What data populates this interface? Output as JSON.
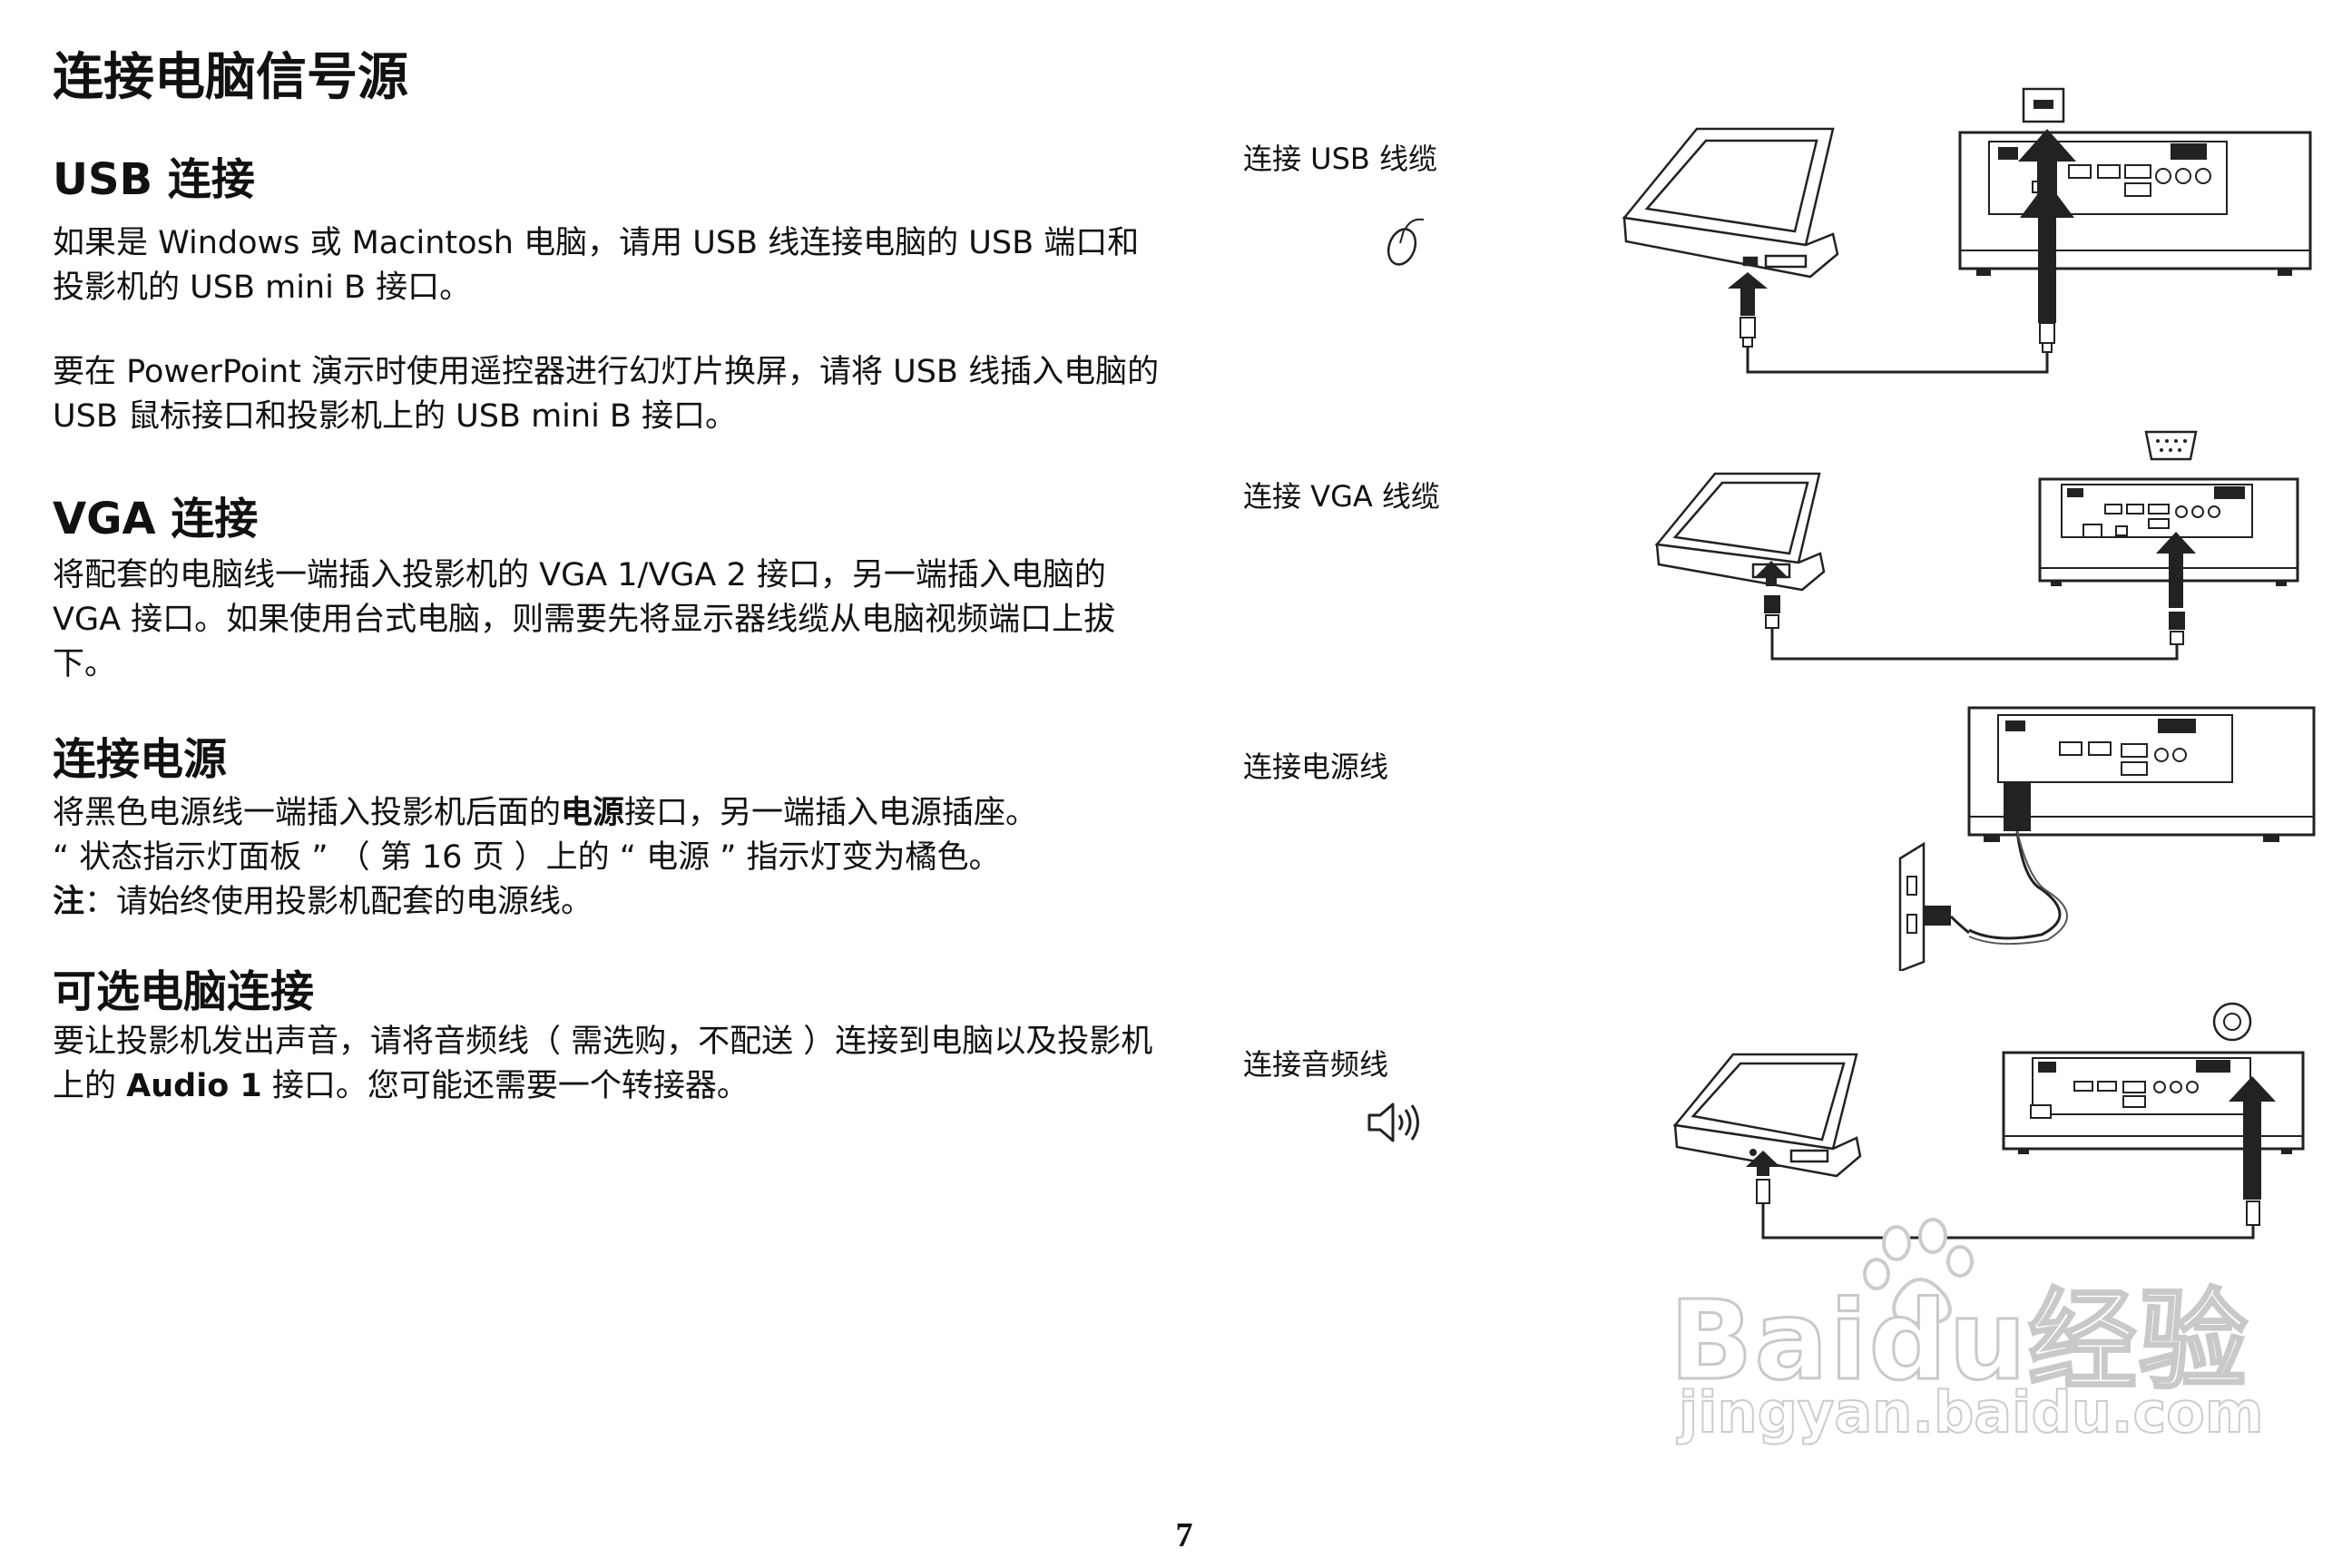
{
  "title": "连接电脑信号源",
  "sections": {
    "usb": {
      "heading": "USB 连接",
      "p1": "如果是 Windows 或 Macintosh 电脑，请用 USB 线连接电脑的 USB 端口和投影机的 USB mini B 接口。",
      "p2": "要在 PowerPoint 演示时使用遥控器进行幻灯片换屏，请将 USB 线插入电脑的 USB 鼠标接口和投影机上的 USB mini B 接口。"
    },
    "vga": {
      "heading": "VGA 连接",
      "p1": "将配套的电脑线一端插入投影机的 VGA 1/VGA 2 接口，另一端插入电脑的 VGA 接口。如果使用台式电脑，则需要先将显示器线缆从电脑视频端口上拔下。"
    },
    "power": {
      "heading": "连接电源",
      "l1_a": "将黑色电源线一端插入投影机后面的",
      "l1_bold": "电源",
      "l1_b": "接口，另一端插入电源插座。",
      "l2": "“ 状态指示灯面板 ” （ 第 16 页 ）上的 “ 电源 ” 指示灯变为橘色。",
      "note_label": "注",
      "note_text": "：请始终使用投影机配套的电源线。"
    },
    "optional": {
      "heading": "可选电脑连接",
      "p1_a": "要让投影机发出声音，请将音频线（ 需选购，不配送 ）连接到电脑以及投影机上的 ",
      "p1_bold": "Audio 1",
      "p1_b": " 接口。您可能还需要一个转接器。"
    }
  },
  "diagrams": {
    "usb_caption": "连接 USB 线缆",
    "vga_caption": "连接 VGA 线缆",
    "power_caption": "连接电源线",
    "audio_caption": "连接音频线",
    "usb_icon": "mouse-icon",
    "audio_icon": "speaker-icon"
  },
  "page_number": "7",
  "watermark": {
    "logo": "Baidu经验",
    "url": "jingyan.baidu.com"
  }
}
